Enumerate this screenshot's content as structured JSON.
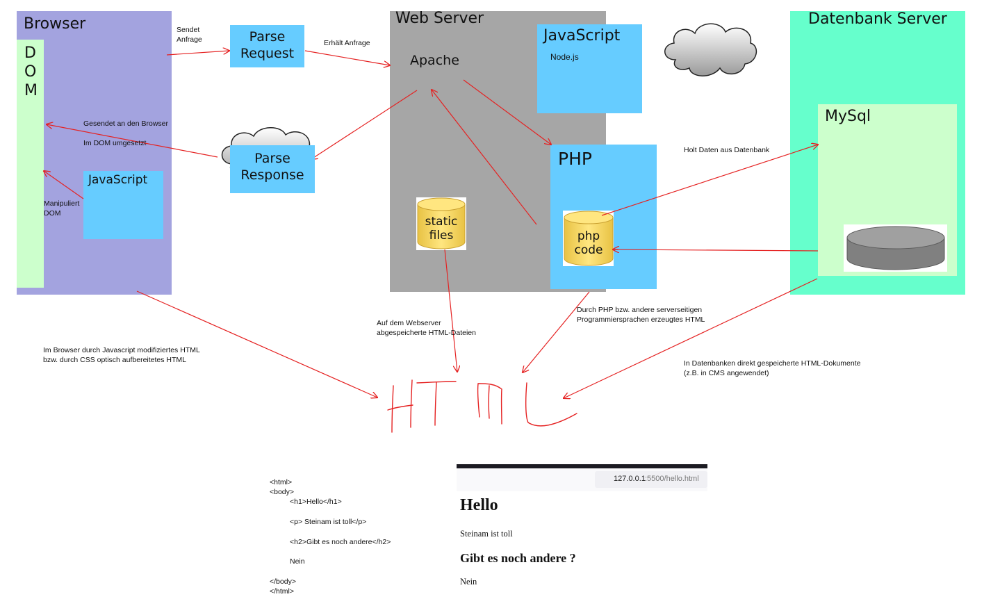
{
  "browser": {
    "title": "Browser",
    "dom_label": "D\nO\nM",
    "javascript": "JavaScript"
  },
  "parse_request": "Parse\nRequest",
  "parse_response": "Parse\nResponse",
  "web_server": {
    "title": "Web Server",
    "apache": "Apache",
    "javascript": "JavaScript",
    "nodejs": "Node.js",
    "php": "PHP",
    "static_files": "static\nfiles",
    "php_code": "php\ncode"
  },
  "db_server": {
    "title": "Datenbank Server",
    "mysql": "MySql"
  },
  "annotations": {
    "sendet_anfrage": "Sendet\nAnfrage",
    "erhaelt_anfrage": "Erhält Anfrage",
    "gesendet": "Gesendet an den Browser",
    "im_dom": "Im DOM umgesetzt",
    "manipuliert": "Manipuliert\nDOM",
    "holt_daten": "Holt Daten aus Datenbank",
    "webserver_files": "Auf dem Webserver\nabgespeicherte HTML-Dateien",
    "php_generated": "Durch PHP bzw. andere serverseitigen\nProgrammiersprachen erzeugtes HTML",
    "browser_modified": "Im Browser durch Javascript modifiziertes HTML\nbzw. durch CSS optisch aufbereitetes HTML",
    "db_stored": "In Datenbanken direkt gespeicherte HTML-Dokumente\n(z.B. in CMS angewendet)"
  },
  "handwritten": "HTML",
  "code_lines": [
    "<html>",
    "<body>",
    "<h1>Hello</h1>",
    "<p> Steinam ist toll</p>",
    "<h2>Gibt es noch andere</h2>",
    "Nein",
    "</body>",
    "</html>"
  ],
  "browser_preview": {
    "url_host": "127.0.0.1",
    "url_rest": ":5500/hello.html",
    "h1": "Hello",
    "p": "Steinam ist toll",
    "h2": "Gibt es noch andere ?",
    "tail": "Nein"
  },
  "colors": {
    "browser": "#a3a3df",
    "dom": "#ccffcc",
    "blue": "#66ccff",
    "server": "#a6a6a6",
    "db": "#66ffcc",
    "mysql": "#ccffcc",
    "arrow": "#e52222"
  }
}
